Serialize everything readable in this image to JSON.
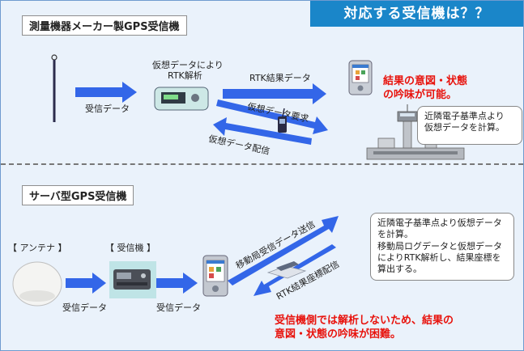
{
  "banner": {
    "title": "対応する受信機は？？"
  },
  "top": {
    "section_title": "測量機器メーカー製GPS受信機",
    "label_receive_data": "受信データ",
    "label_virtual_rtk": [
      "仮想データにより",
      "RTK解析"
    ],
    "label_rtk_result": "RTK結果データ",
    "label_virtual_request": "仮想データ要求",
    "label_virtual_delivery": "仮想データ配信",
    "red_note": [
      "結果の意図・状態",
      "の吟味が可能。"
    ],
    "note_box": [
      "近隣電子基準点より",
      "仮想データを計算。"
    ]
  },
  "bottom": {
    "section_title": "サーバ型GPS受信機",
    "label_antenna": "【 アンテナ 】",
    "label_receiver": "【 受信機 】",
    "label_receive_data_1": "受信データ",
    "label_receive_data_2": "受信データ",
    "label_mobile_send": "移動局受信データ送信",
    "label_rtk_delivery": "RTK結果座標配信",
    "note_box": [
      "近隣電子基準点より仮想データ",
      "を計算。",
      "移動局ログデータと仮想データ",
      "によりRTK解析し、結果座標を",
      "算出する。"
    ],
    "red_note": [
      "受信機側では解析しないため、結果の",
      "意図・状態の吟味が困難。"
    ]
  },
  "colors": {
    "arrow": "#3366e8",
    "banner": "#1a86c9",
    "red": "#e8120c",
    "background": "#eaf2fb"
  }
}
